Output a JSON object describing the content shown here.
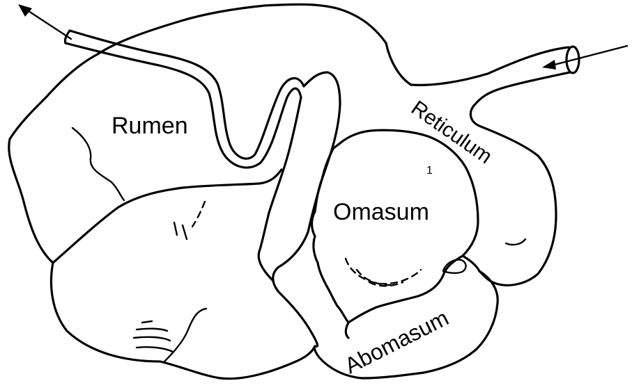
{
  "labels": {
    "rumen": "Rumen",
    "reticulum": "Reticulum",
    "omasum": "Omasum",
    "abomasum": "Abomasum",
    "marker": "1"
  }
}
